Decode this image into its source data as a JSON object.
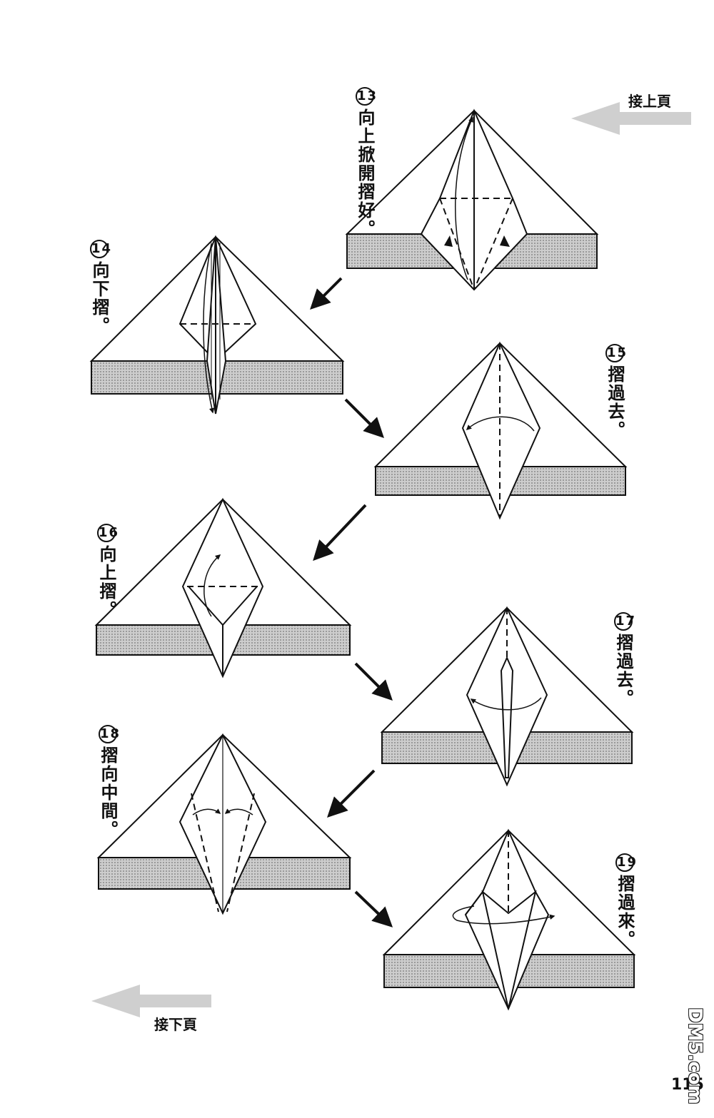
{
  "nav": {
    "prev_label": "接上頁",
    "next_label": "接下頁"
  },
  "page_number": "115",
  "watermark": "DM5.com",
  "steps": [
    {
      "num": "13",
      "text": "向上掀開摺好。"
    },
    {
      "num": "14",
      "text": "向下摺。"
    },
    {
      "num": "15",
      "text": "摺過去。"
    },
    {
      "num": "16",
      "text": "向上摺。"
    },
    {
      "num": "17",
      "text": "摺過去。"
    },
    {
      "num": "18",
      "text": "摺向中間。"
    },
    {
      "num": "19",
      "text": "摺過來。"
    }
  ],
  "colors": {
    "line": "#111111",
    "shade": "#bdbdbd",
    "arrow_gray": "#cfcfcf"
  }
}
